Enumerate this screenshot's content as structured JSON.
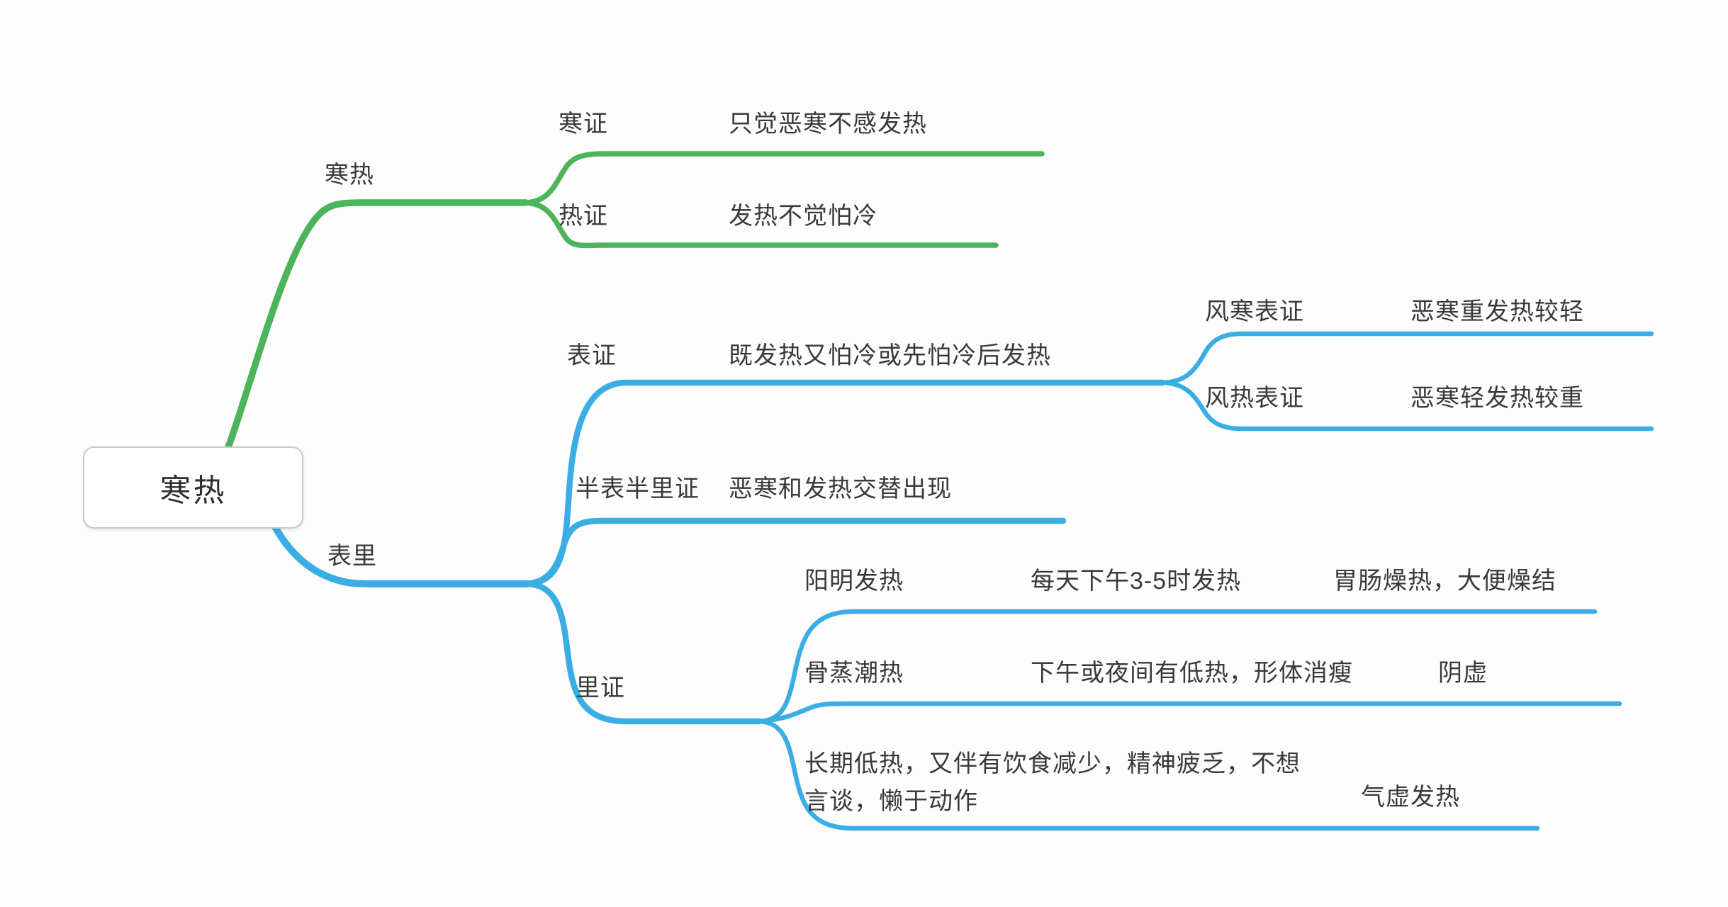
{
  "colors": {
    "green_branch": "#4cb45a",
    "blue_branch": "#3aaee4",
    "text": "#3a3a3a",
    "root_border": "#c9c9c9"
  },
  "root": {
    "label": "寒热"
  },
  "branches": [
    {
      "label": "寒热",
      "children": [
        {
          "label": "寒证",
          "desc": "只觉恶寒不感发热"
        },
        {
          "label": "热证",
          "desc": "发热不觉怕冷"
        }
      ]
    },
    {
      "label": "表里",
      "children": [
        {
          "label": "表证",
          "desc": "既发热又怕冷或先怕冷后发热",
          "children": [
            {
              "label": "风寒表证",
              "desc": "恶寒重发热较轻"
            },
            {
              "label": "风热表证",
              "desc": "恶寒轻发热较重"
            }
          ]
        },
        {
          "label": "半表半里证",
          "desc": "恶寒和发热交替出现"
        },
        {
          "label": "里证",
          "children": [
            {
              "label": "阳明发热",
              "desc": "每天下午3-5时发热",
              "note": "胃肠燥热，大便燥结"
            },
            {
              "label": "骨蒸潮热",
              "desc": "下午或夜间有低热，形体消瘦",
              "note": "阴虚"
            },
            {
              "label": "长期低热，又伴有饮食减少，精神疲乏，不想言谈，懒于动作",
              "note": "气虚发热"
            }
          ]
        }
      ]
    }
  ]
}
